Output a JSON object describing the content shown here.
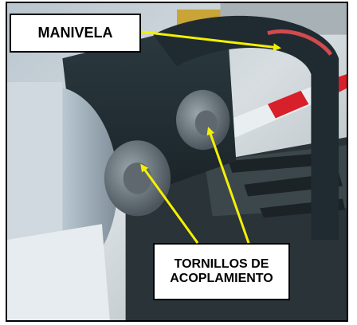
{
  "labels": {
    "crank": "MANIVELA",
    "bolts_line1": "TORNILLOS DE",
    "bolts_line2": "ACOPLAMIENTO"
  },
  "colors": {
    "arrow": "#f5f000",
    "label_border": "#000000",
    "label_bg": "#ffffff"
  }
}
